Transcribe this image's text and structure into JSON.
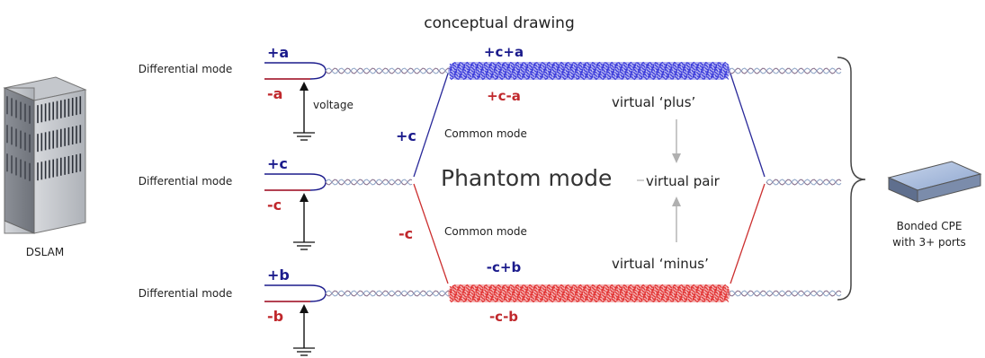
{
  "title": "conceptual drawing",
  "dslam": {
    "label": "DSLAM",
    "icon": "dslam-cabinet-icon"
  },
  "cpe": {
    "label_line1": "Bonded CPE",
    "label_line2": "with 3+ ports",
    "icon": "cpe-modem-icon"
  },
  "pairs": [
    {
      "id": "a",
      "mode_label": "Differential mode",
      "plus": "+a",
      "minus": "-a",
      "voltage_label": "voltage"
    },
    {
      "id": "c",
      "mode_label": "Differential mode",
      "plus": "+c",
      "minus": "-c"
    },
    {
      "id": "b",
      "mode_label": "Differential mode",
      "plus": "+b",
      "minus": "-b"
    }
  ],
  "common_mode": {
    "plus": "+c",
    "minus": "-c",
    "upper_label": "Common mode",
    "lower_label": "Common mode"
  },
  "phantom": {
    "label": "Phantom mode",
    "virtual_pair": "virtual pair",
    "virtual_plus": "virtual ‘plus’",
    "virtual_minus": "virtual ‘minus’"
  },
  "bundles": {
    "top": {
      "over": "+c+a",
      "under": "+c-a",
      "color": "#3030d8"
    },
    "bottom": {
      "over": "-c+b",
      "under": "-c-b",
      "color": "#e02828"
    }
  },
  "colors": {
    "blue_text": "#1b1b8c",
    "red_text": "#c0282c",
    "phantom_line_blue": "#2a2a9a",
    "phantom_line_red": "#cc3030",
    "arrow_gray": "#b0b0b0"
  }
}
